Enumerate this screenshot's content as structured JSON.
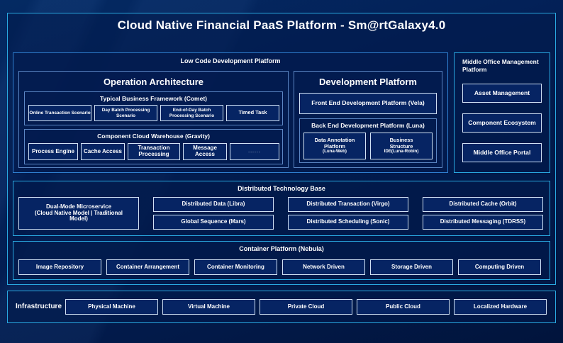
{
  "page": {
    "title": "Cloud Native Financial PaaS Platform - Sm@rtGalaxy4.0",
    "accent": "#29a8e0",
    "panel_border": "#2f7fd0",
    "leaf_border": "#cfe1f5",
    "background": "#032158"
  },
  "low_code": {
    "title": "Low Code Development Platform",
    "operation_architecture": {
      "title": "Operation Architecture",
      "typical_business_framework": {
        "title": "Typical Business Framework (Comet)",
        "items": [
          "Online Transaction Scenario",
          "Day Batch Processing Scenario",
          "End-of-Day Batch Processing Scenario",
          "Timed Task"
        ]
      },
      "component_cloud_warehouse": {
        "title": "Component Cloud Warehouse (Gravity)",
        "items": [
          "Process Engine",
          "Cache Access",
          "Transaction Processing",
          "Message Access",
          "......"
        ]
      }
    },
    "development_platform": {
      "title": "Development Platform",
      "front_end": "Front End Development Platform (Vela)",
      "back_end": {
        "title": "Back End Development Platform (Luna)",
        "items": [
          {
            "line1": "Data Annotation",
            "line2": "Platform",
            "line3": "(Luna-Web)"
          },
          {
            "line1": "Business",
            "line2": "Structure",
            "line3": "IDE(Luna-Robin)"
          }
        ]
      }
    }
  },
  "middle_office": {
    "title": "Middle Office Management Platform",
    "items": [
      "Asset Management",
      "Component Ecosystem",
      "Middle Office Portal"
    ]
  },
  "distributed_base": {
    "title": "Distributed Technology Base",
    "dual_mode": {
      "line1": "Dual-Mode Microservice",
      "line2": "(Cloud Native Model | Traditional",
      "line3": "Model)"
    },
    "columns": [
      [
        "Distributed Data (Libra)",
        "Global Sequence (Mars)"
      ],
      [
        "Distributed Transaction (Virgo)",
        "Distributed Scheduling (Sonic)"
      ],
      [
        "Distributed Cache (Orbit)",
        "Distributed Messaging (TDRSS)"
      ]
    ]
  },
  "container_platform": {
    "title": "Container Platform (Nebula)",
    "items": [
      "Image Repository",
      "Container Arrangement",
      "Container Monitoring",
      "Network Driven",
      "Storage Driven",
      "Computing Driven"
    ]
  },
  "infrastructure": {
    "label": "Infrastructure",
    "items": [
      "Physical Machine",
      "Virtual Machine",
      "Private Cloud",
      "Public Cloud",
      "Localized Hardware"
    ]
  }
}
